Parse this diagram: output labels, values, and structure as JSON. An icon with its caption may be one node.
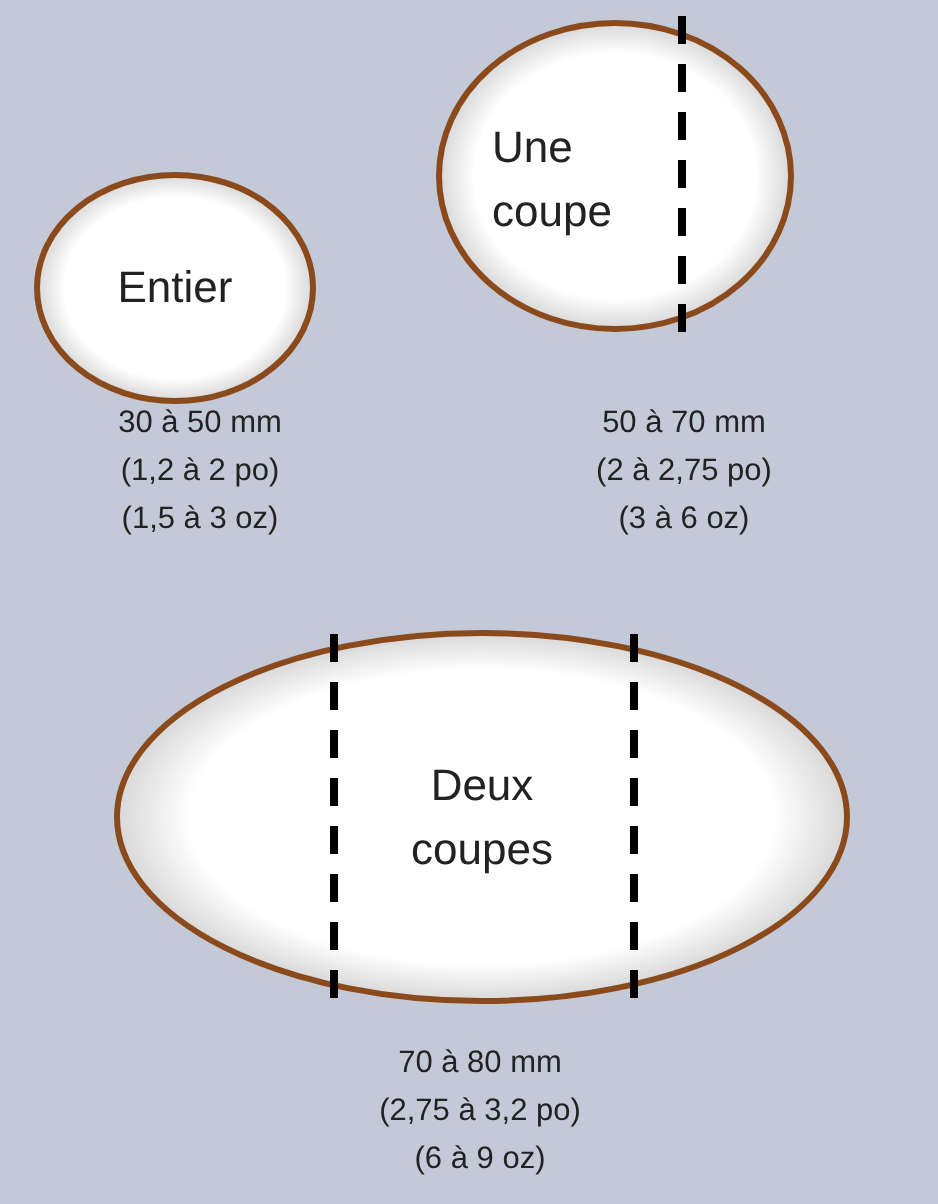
{
  "diagram": {
    "nodes": [
      {
        "text": [
          "Entier"
        ],
        "beside": [
          "30 à 50 mm",
          "(1,2 à 2 po)",
          "(1,5 à 3 oz)"
        ]
      },
      {
        "text": [
          "Une coupe"
        ],
        "beside": [
          "50 à 70 mm",
          "(2 à 2,75 po)",
          "(3 à 6 oz)"
        ]
      },
      {
        "text": [
          "Deux coupes"
        ],
        "beside": [
          "70 à 80 mm",
          "(2,75 à 3,2 po)",
          "(6 à 9 oz)"
        ]
      }
    ]
  }
}
